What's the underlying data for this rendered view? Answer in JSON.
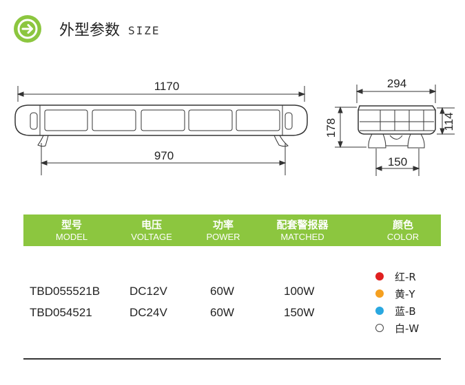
{
  "header": {
    "title": "外型参数",
    "title_en": "SIZE"
  },
  "dimensions": {
    "total_length": "1170",
    "mount_spacing": "970",
    "depth": "294",
    "height_total": "178",
    "height_body": "114",
    "bracket_width": "150"
  },
  "spec_table": {
    "columns": [
      {
        "cn": "型号",
        "en": "MODEL"
      },
      {
        "cn": "电压",
        "en": "VOLTAGE"
      },
      {
        "cn": "功率",
        "en": "POWER"
      },
      {
        "cn": "配套警报器",
        "en": "MATCHED"
      },
      {
        "cn": "颜色",
        "en": "COLOR"
      }
    ],
    "rows": [
      {
        "model": "TBD055521B",
        "voltage": "DC12V",
        "power": "60W",
        "matched": "100W"
      },
      {
        "model": "TBD054521",
        "voltage": "DC24V",
        "power": "60W",
        "matched": "150W"
      }
    ],
    "colors": [
      {
        "label": "红-R",
        "color": "#e02020"
      },
      {
        "label": "黄-Y",
        "color": "#f5a020"
      },
      {
        "label": "蓝-B",
        "color": "#2aa8e0"
      },
      {
        "label": "白-W",
        "color": "#ffffff"
      }
    ]
  },
  "accent_color": "#8cc63f"
}
